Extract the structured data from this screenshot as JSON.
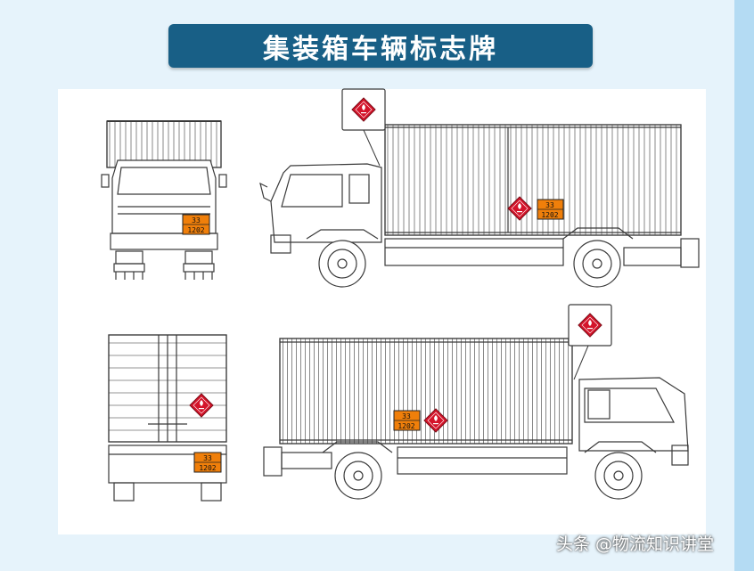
{
  "title": "集装箱车辆标志牌",
  "watermark": "头条 @物流知识讲堂",
  "colors": {
    "title_bg": "#185f86",
    "placard_red": "#d4142a",
    "plate_orange": "#f07f0a",
    "line": "#3a3a3a"
  },
  "placard": {
    "icon": "flammable-diamond-icon"
  },
  "plate": {
    "hazard_number": "33",
    "un_number": "1202"
  }
}
